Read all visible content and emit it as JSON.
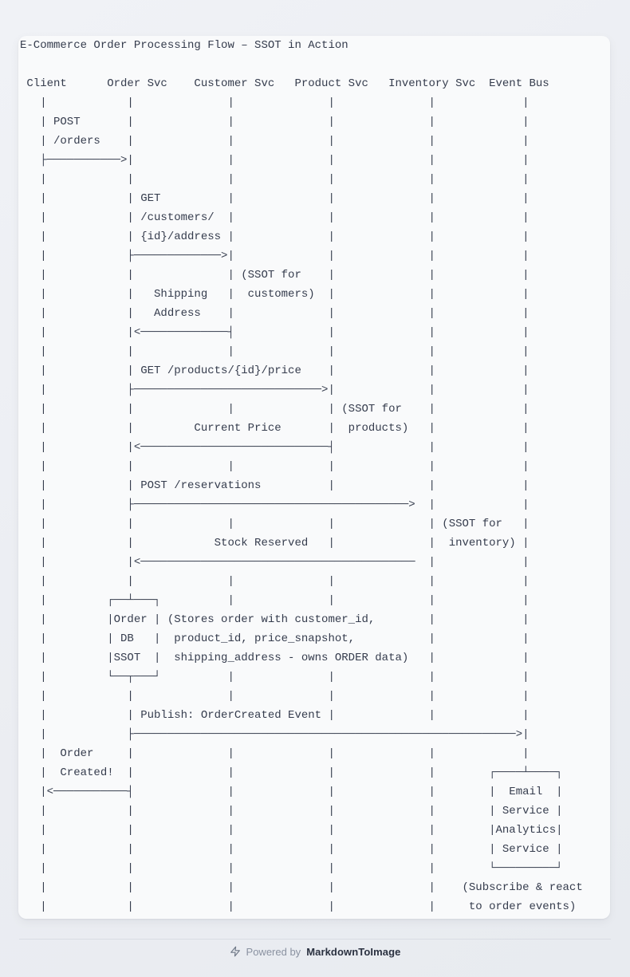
{
  "title": "E-Commerce Order Processing Flow – SSOT in Action",
  "diagram": {
    "participants": [
      "Client",
      "Order Svc",
      "Customer Svc",
      "Product Svc",
      "Inventory Svc",
      "Event Bus"
    ],
    "annotations": [
      "(SSOT for customers)",
      "(SSOT for products)",
      "(SSOT for inventory)",
      "Order DB SSOT",
      "(Subscribe & react to order events)"
    ],
    "messages": [
      "POST /orders",
      "GET /customers/{id}/address",
      "Shipping Address",
      "GET /products/{id}/price",
      "Current Price",
      "POST /reservations",
      "Stock Reserved",
      "Publish: OrderCreated Event",
      "Order Created!"
    ],
    "lines": [
      "",
      " Client      Order Svc    Customer Svc   Product Svc   Inventory Svc  Event Bus",
      "   |            |              |              |              |             |",
      "   | POST       |              |              |              |             |",
      "   | /orders    |              |              |              |             |",
      "   ├───────────>|              |              |              |             |",
      "   |            |              |              |              |             |",
      "   |            | GET          |              |              |             |",
      "   |            | /customers/  |              |              |             |",
      "   |            | {id}/address |              |              |             |",
      "   |            ├─────────────>|              |              |             |",
      "   |            |              | (SSOT for    |              |             |",
      "   |            |   Shipping   |  customers)  |              |             |",
      "   |            |   Address    |              |              |             |",
      "   |            |<─────────────┤              |              |             |",
      "   |            |              |              |              |             |",
      "   |            | GET /products/{id}/price    |              |             |",
      "   |            ├────────────────────────────>|              |             |",
      "   |            |              |              | (SSOT for    |             |",
      "   |            |         Current Price       |  products)   |             |",
      "   |            |<────────────────────────────┤              |             |",
      "   |            |              |              |              |             |",
      "   |            | POST /reservations          |              |             |",
      "   |            ├─────────────────────────────────────────>  |             |",
      "   |            |              |              |              | (SSOT for   |",
      "   |            |            Stock Reserved   |              |  inventory) |",
      "   |            |<─────────────────────────────────────────  |             |",
      "   |            |              |              |              |             |",
      "   |         ┌──┴───┐          |              |              |             |",
      "   |         |Order | (Stores order with customer_id,        |             |",
      "   |         | DB   |  product_id, price_snapshot,           |             |",
      "   |         |SSOT  |  shipping_address - owns ORDER data)   |             |",
      "   |         └──┬───┘          |              |              |             |",
      "   |            |              |              |              |             |",
      "   |            | Publish: OrderCreated Event |              |             |",
      "   |            ├─────────────────────────────────────────────────────────>|",
      "   |  Order     |              |              |              |             |",
      "   |  Created!  |              |              |              |        ┌────┴────┐",
      "   |<───────────┤              |              |              |        |  Email  |",
      "   |            |              |              |              |        | Service |",
      "   |            |              |              |              |        |Analytics|",
      "   |            |              |              |              |        | Service |",
      "   |            |              |              |              |        └─────────┘",
      "   |            |              |              |              |    (Subscribe & react",
      "   |            |              |              |              |     to order events)"
    ]
  },
  "footer": {
    "powered_by": "Powered by",
    "brand": "MarkdownToImage",
    "icon": "lightning-bolt"
  },
  "colors": {
    "page_bg": "#edeff3",
    "card_bg": "#f9fafb",
    "diagram_text": "#353c4d",
    "divider": "#d9dce3",
    "footer_text": "#8a92a1",
    "brand_text": "#2a3140",
    "icon": "#6f7887"
  }
}
